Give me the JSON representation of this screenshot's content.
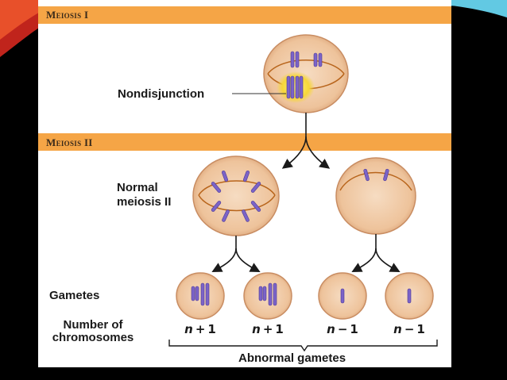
{
  "meiosis1": {
    "title": "Meiosis I"
  },
  "meiosis2": {
    "title": "Meiosis II"
  },
  "labels": {
    "nondisjunction": "Nondisjunction",
    "normal_meiosis_line1": "Normal",
    "normal_meiosis_line2": "meiosis II",
    "gametes": "Gametes",
    "number_of_line1": "Number of",
    "number_of_line2": "chromosomes",
    "abnormal_gametes": "Abnormal gametes"
  },
  "gamete_counts": [
    {
      "n": "n",
      "op": "+",
      "k": "1"
    },
    {
      "n": "n",
      "op": "+",
      "k": "1"
    },
    {
      "n": "n",
      "op": "−",
      "k": "1"
    },
    {
      "n": "n",
      "op": "−",
      "k": "1"
    }
  ],
  "colors": {
    "band": "#f5a546",
    "cell": "#f0c9a4",
    "cell_edge": "#c98d62",
    "spindle": "#b8651c",
    "chromosome": "#7b63c8",
    "nondisjunction_glow": "#f6e35a",
    "background": "#000000"
  }
}
